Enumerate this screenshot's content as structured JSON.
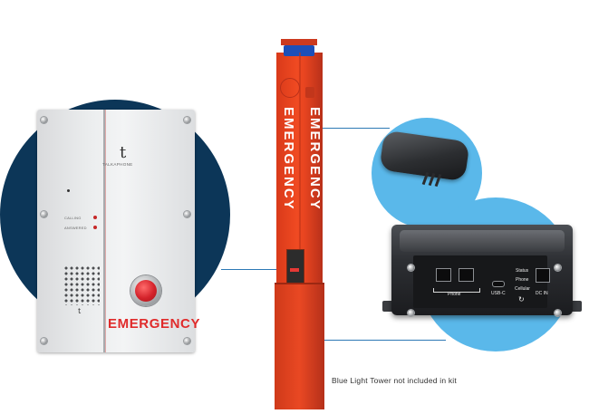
{
  "caption": "Blue Light Tower not included in kit",
  "colors": {
    "navy_circle": "#0c3658",
    "sky_circle": "#5ab8ea",
    "tower_orange": "#f04a22",
    "connector_line": "#2d79b5",
    "emergency_red": "#e02b2b"
  },
  "call_box": {
    "brand": "TALKAPHONE",
    "brand_glyph": "t",
    "calling_label": "CALLING",
    "answered_label": "ANSWERED",
    "emergency_label": "EMERGENCY",
    "grille_glyph": "t"
  },
  "tower": {
    "left_text": "EMERGENCY",
    "right_text": "EMERGENCY"
  },
  "gateway": {
    "phone_label": "Phone",
    "usb_label": "USB-C",
    "status_label": "Status",
    "phone_led_label": "Phone",
    "cellular_label": "Cellular",
    "dc_label": "DC IN"
  },
  "icons": {
    "reset": "reset-icon",
    "antenna": "antenna-icon"
  }
}
